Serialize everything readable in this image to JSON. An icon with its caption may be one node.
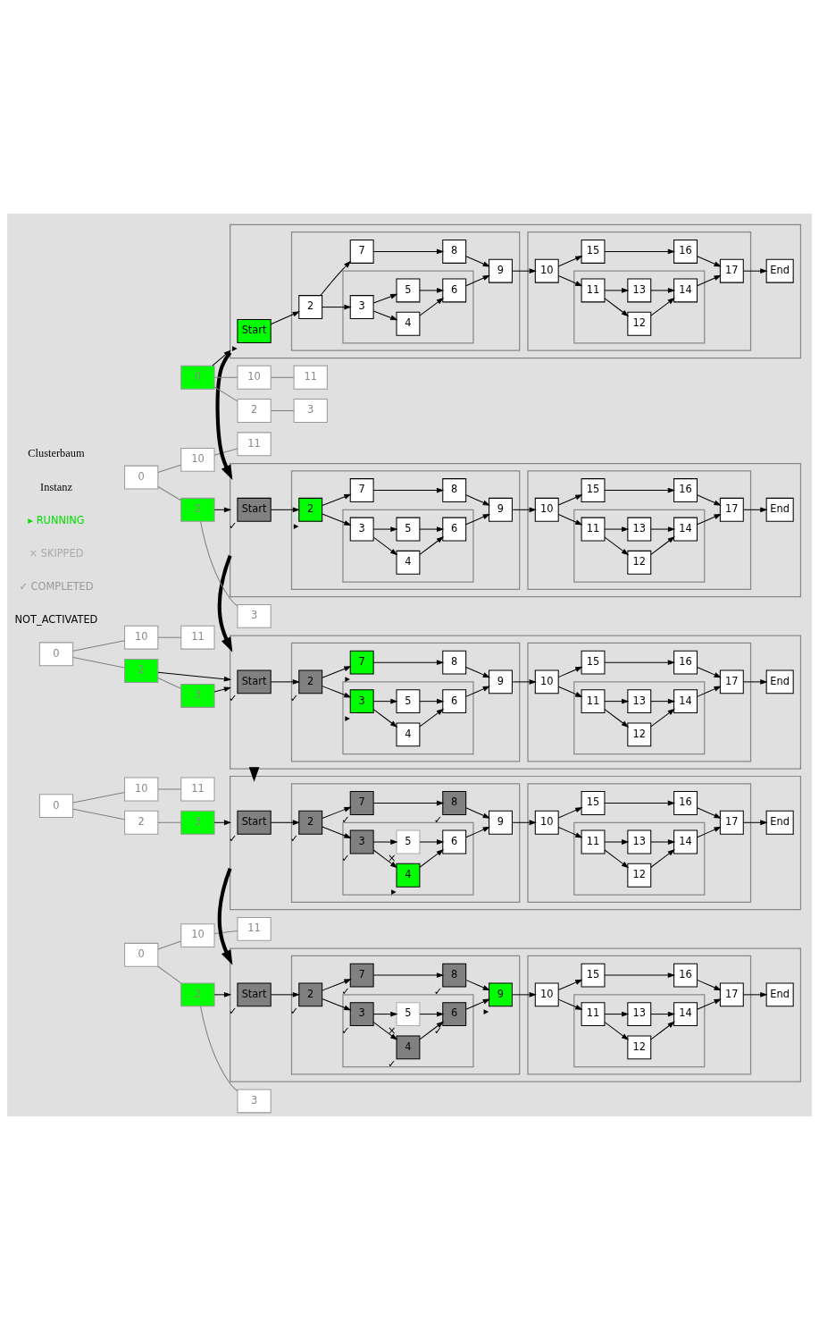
{
  "diagram": {
    "nodes": [
      {
        "text": [
          "0"
        ]
      },
      {
        "text": [
          "2"
        ]
      },
      {
        "text": [
          "10"
        ]
      },
      {
        "text": [
          "3"
        ]
      },
      {
        "text": [
          "11"
        ]
      },
      {
        "text": [],
        "shape": "box"
      },
      {
        "text": [
          "Start"
        ],
        "in": 5,
        "beside": [
          "▸"
        ]
      },
      {
        "text": [],
        "shape": "box",
        "in": 5
      },
      {
        "text": [
          "2"
        ],
        "in": 7
      },
      {
        "text": [],
        "shape": "box",
        "in": 7
      },
      {
        "text": [
          "3"
        ],
        "in": 9
      },
      {
        "text": [
          "4"
        ],
        "in": 9
      },
      {
        "text": [
          "5"
        ],
        "in": 9
      },
      {
        "text": [
          "6"
        ],
        "in": 9
      },
      {
        "text": [
          "7"
        ],
        "in": 7
      },
      {
        "text": [
          "8"
        ],
        "in": 7
      },
      {
        "text": [
          "9"
        ],
        "in": 7
      },
      {
        "text": [],
        "shape": "box",
        "in": 5
      },
      {
        "text": [
          "10"
        ],
        "in": 17
      },
      {
        "text": [],
        "shape": "box",
        "in": 17
      },
      {
        "text": [
          "11"
        ],
        "in": 19
      },
      {
        "text": [
          "12"
        ],
        "in": 19
      },
      {
        "text": [
          "13"
        ],
        "in": 19
      },
      {
        "text": [
          "14"
        ],
        "in": 19
      },
      {
        "text": [
          "15"
        ],
        "in": 17
      },
      {
        "text": [
          "16"
        ],
        "in": 17
      },
      {
        "text": [
          "17"
        ],
        "in": 17
      },
      {
        "text": [
          "End"
        ],
        "in": 5
      },
      {
        "text": [
          "0"
        ]
      },
      {
        "text": [
          "2"
        ]
      },
      {
        "text": [
          "10"
        ]
      },
      {
        "text": [
          "3"
        ]
      },
      {
        "text": [
          "11"
        ]
      },
      {
        "text": [],
        "shape": "box"
      },
      {
        "text": [
          "Start"
        ],
        "in": 33,
        "beside": [
          "✓"
        ]
      },
      {
        "text": [],
        "shape": "box",
        "in": 33
      },
      {
        "text": [
          "2"
        ],
        "in": 35,
        "beside": [
          "▸"
        ]
      },
      {
        "text": [],
        "shape": "box",
        "in": 35
      },
      {
        "text": [
          "3"
        ],
        "in": 37
      },
      {
        "text": [
          "4"
        ],
        "in": 37
      },
      {
        "text": [
          "5"
        ],
        "in": 37
      },
      {
        "text": [
          "6"
        ],
        "in": 37
      },
      {
        "text": [
          "7"
        ],
        "in": 35
      },
      {
        "text": [
          "8"
        ],
        "in": 35
      },
      {
        "text": [
          "9"
        ],
        "in": 35
      },
      {
        "text": [],
        "shape": "box",
        "in": 33
      },
      {
        "text": [
          "10"
        ],
        "in": 45
      },
      {
        "text": [],
        "shape": "box",
        "in": 45
      },
      {
        "text": [
          "11"
        ],
        "in": 47
      },
      {
        "text": [
          "12"
        ],
        "in": 47
      },
      {
        "text": [
          "13"
        ],
        "in": 47
      },
      {
        "text": [
          "14"
        ],
        "in": 47
      },
      {
        "text": [
          "15"
        ],
        "in": 45
      },
      {
        "text": [
          "16"
        ],
        "in": 45
      },
      {
        "text": [
          "17"
        ],
        "in": 45
      },
      {
        "text": [
          "End"
        ],
        "in": 33
      },
      {
        "text": [
          "0"
        ]
      },
      {
        "text": [
          "2"
        ]
      },
      {
        "text": [
          "10"
        ]
      },
      {
        "text": [
          "3"
        ]
      },
      {
        "text": [
          "11"
        ]
      },
      {
        "text": [],
        "shape": "box"
      },
      {
        "text": [
          "Start"
        ],
        "in": 61,
        "beside": [
          "✓"
        ]
      },
      {
        "text": [],
        "shape": "box",
        "in": 61
      },
      {
        "text": [
          "2"
        ],
        "in": 63,
        "beside": [
          "✓"
        ]
      },
      {
        "text": [],
        "shape": "box",
        "in": 63
      },
      {
        "text": [
          "3"
        ],
        "in": 65,
        "beside": [
          "▸"
        ]
      },
      {
        "text": [
          "4"
        ],
        "in": 65
      },
      {
        "text": [
          "5"
        ],
        "in": 65
      },
      {
        "text": [
          "6"
        ],
        "in": 65
      },
      {
        "text": [
          "7"
        ],
        "in": 63,
        "beside": [
          "▸"
        ]
      },
      {
        "text": [
          "8"
        ],
        "in": 63
      },
      {
        "text": [
          "9"
        ],
        "in": 63
      },
      {
        "text": [],
        "shape": "box",
        "in": 61
      },
      {
        "text": [
          "10"
        ],
        "in": 73
      },
      {
        "text": [],
        "shape": "box",
        "in": 73
      },
      {
        "text": [
          "11"
        ],
        "in": 75
      },
      {
        "text": [
          "12"
        ],
        "in": 75
      },
      {
        "text": [
          "13"
        ],
        "in": 75
      },
      {
        "text": [
          "14"
        ],
        "in": 75
      },
      {
        "text": [
          "15"
        ],
        "in": 73
      },
      {
        "text": [
          "16"
        ],
        "in": 73
      },
      {
        "text": [
          "17"
        ],
        "in": 73
      },
      {
        "text": [
          "End"
        ],
        "in": 61
      },
      {
        "text": [
          "0"
        ]
      },
      {
        "text": [
          "2"
        ]
      },
      {
        "text": [
          "10"
        ]
      },
      {
        "text": [
          "3"
        ]
      },
      {
        "text": [
          "11"
        ]
      },
      {
        "text": [],
        "shape": "box"
      },
      {
        "text": [
          "Start"
        ],
        "in": 89,
        "beside": [
          "✓"
        ]
      },
      {
        "text": [],
        "shape": "box",
        "in": 89
      },
      {
        "text": [
          "2"
        ],
        "in": 91,
        "beside": [
          "✓"
        ]
      },
      {
        "text": [],
        "shape": "box",
        "in": 91
      },
      {
        "text": [
          "3"
        ],
        "in": 93,
        "beside": [
          "✓"
        ]
      },
      {
        "text": [
          "4"
        ],
        "in": 93,
        "beside": [
          "▸"
        ]
      },
      {
        "text": [
          "5"
        ],
        "in": 93,
        "beside": [
          "×"
        ]
      },
      {
        "text": [
          "6"
        ],
        "in": 93
      },
      {
        "text": [
          "7"
        ],
        "in": 91,
        "beside": [
          "✓"
        ]
      },
      {
        "text": [
          "8"
        ],
        "in": 91,
        "beside": [
          "✓"
        ]
      },
      {
        "text": [
          "9"
        ],
        "in": 91
      },
      {
        "text": [],
        "shape": "box",
        "in": 89
      },
      {
        "text": [
          "10"
        ],
        "in": 101
      },
      {
        "text": [],
        "shape": "box",
        "in": 101
      },
      {
        "text": [
          "11"
        ],
        "in": 103
      },
      {
        "text": [
          "12"
        ],
        "in": 103
      },
      {
        "text": [
          "13"
        ],
        "in": 103
      },
      {
        "text": [
          "14"
        ],
        "in": 103
      },
      {
        "text": [
          "15"
        ],
        "in": 101
      },
      {
        "text": [
          "16"
        ],
        "in": 101
      },
      {
        "text": [
          "17"
        ],
        "in": 101
      },
      {
        "text": [
          "End"
        ],
        "in": 89
      },
      {
        "text": [
          "0"
        ]
      },
      {
        "text": [
          "2"
        ]
      },
      {
        "text": [
          "10"
        ]
      },
      {
        "text": [
          "3"
        ]
      },
      {
        "text": [
          "11"
        ]
      },
      {
        "text": [],
        "shape": "box"
      },
      {
        "text": [
          "Start"
        ],
        "in": 117,
        "beside": [
          "✓"
        ]
      },
      {
        "text": [],
        "shape": "box",
        "in": 117
      },
      {
        "text": [
          "2"
        ],
        "in": 119,
        "beside": [
          "✓"
        ]
      },
      {
        "text": [],
        "shape": "box",
        "in": 119
      },
      {
        "text": [
          "3"
        ],
        "in": 121,
        "beside": [
          "✓"
        ]
      },
      {
        "text": [
          "4"
        ],
        "in": 121,
        "beside": [
          "✓"
        ]
      },
      {
        "text": [
          "5"
        ],
        "in": 121,
        "beside": [
          "×"
        ]
      },
      {
        "text": [
          "6"
        ],
        "in": 121,
        "beside": [
          "✓"
        ]
      },
      {
        "text": [
          "7"
        ],
        "in": 119,
        "beside": [
          "✓"
        ]
      },
      {
        "text": [
          "8"
        ],
        "in": 119,
        "beside": [
          "✓"
        ]
      },
      {
        "text": [
          "9"
        ],
        "in": 119,
        "beside": [
          "▸"
        ]
      },
      {
        "text": [],
        "shape": "box",
        "in": 117
      },
      {
        "text": [
          "10"
        ],
        "in": 129
      },
      {
        "text": [],
        "shape": "box",
        "in": 129
      },
      {
        "text": [
          "11"
        ],
        "in": 131
      },
      {
        "text": [
          "12"
        ],
        "in": 131
      },
      {
        "text": [
          "13"
        ],
        "in": 131
      },
      {
        "text": [
          "14"
        ],
        "in": 131
      },
      {
        "text": [
          "15"
        ],
        "in": 129
      },
      {
        "text": [
          "16"
        ],
        "in": 129
      },
      {
        "text": [
          "17"
        ],
        "in": 129
      },
      {
        "text": [
          "End"
        ],
        "in": 117
      }
    ],
    "edges": [
      {
        "from": 0,
        "to": 1,
        "arrow": "none",
        "color": "#808080"
      },
      {
        "from": 0,
        "to": 2,
        "arrow": "none",
        "color": "#808080"
      },
      {
        "from": 1,
        "to": 3,
        "arrow": "none",
        "color": "#808080"
      },
      {
        "from": 2,
        "to": 4,
        "arrow": "none",
        "color": "#808080"
      },
      {
        "from": 0,
        "to": 5,
        "arrow": "to"
      },
      {
        "from": 6,
        "to": 8,
        "arrow": "to"
      },
      {
        "from": 8,
        "to": 10,
        "arrow": "to"
      },
      {
        "from": 8,
        "to": 14,
        "arrow": "to"
      },
      {
        "from": 10,
        "to": 11,
        "arrow": "to"
      },
      {
        "from": 10,
        "to": 12,
        "arrow": "to"
      },
      {
        "from": 11,
        "to": 13,
        "arrow": "to"
      },
      {
        "from": 12,
        "to": 13,
        "arrow": "to"
      },
      {
        "from": 13,
        "to": 16,
        "arrow": "to"
      },
      {
        "from": 14,
        "to": 15,
        "arrow": "to"
      },
      {
        "from": 15,
        "to": 16,
        "arrow": "to"
      },
      {
        "from": 16,
        "to": 18,
        "arrow": "to"
      },
      {
        "from": 18,
        "to": 20,
        "arrow": "to"
      },
      {
        "from": 18,
        "to": 24,
        "arrow": "to"
      },
      {
        "from": 20,
        "to": 21,
        "arrow": "to"
      },
      {
        "from": 20,
        "to": 22,
        "arrow": "to"
      },
      {
        "from": 21,
        "to": 23,
        "arrow": "to"
      },
      {
        "from": 22,
        "to": 23,
        "arrow": "to"
      },
      {
        "from": 23,
        "to": 26,
        "arrow": "to"
      },
      {
        "from": 24,
        "to": 25,
        "arrow": "to"
      },
      {
        "from": 25,
        "to": 26,
        "arrow": "to"
      },
      {
        "from": 26,
        "to": 27,
        "arrow": "to"
      },
      {
        "from": 5,
        "to": 33,
        "arrow": "to",
        "style": "thick"
      },
      {
        "from": 28,
        "to": 29,
        "arrow": "none",
        "color": "#808080"
      },
      {
        "from": 28,
        "to": 30,
        "arrow": "none",
        "color": "#808080"
      },
      {
        "from": 29,
        "to": 31,
        "arrow": "none",
        "color": "#808080"
      },
      {
        "from": 30,
        "to": 32,
        "arrow": "none",
        "color": "#808080"
      },
      {
        "from": 29,
        "to": 33,
        "arrow": "to"
      },
      {
        "from": 34,
        "to": 36,
        "arrow": "to"
      },
      {
        "from": 36,
        "to": 38,
        "arrow": "to"
      },
      {
        "from": 36,
        "to": 42,
        "arrow": "to"
      },
      {
        "from": 38,
        "to": 39,
        "arrow": "to"
      },
      {
        "from": 38,
        "to": 40,
        "arrow": "to"
      },
      {
        "from": 39,
        "to": 41,
        "arrow": "to"
      },
      {
        "from": 40,
        "to": 41,
        "arrow": "to"
      },
      {
        "from": 41,
        "to": 44,
        "arrow": "to"
      },
      {
        "from": 42,
        "to": 43,
        "arrow": "to"
      },
      {
        "from": 43,
        "to": 44,
        "arrow": "to"
      },
      {
        "from": 44,
        "to": 46,
        "arrow": "to"
      },
      {
        "from": 46,
        "to": 48,
        "arrow": "to"
      },
      {
        "from": 46,
        "to": 52,
        "arrow": "to"
      },
      {
        "from": 48,
        "to": 49,
        "arrow": "to"
      },
      {
        "from": 48,
        "to": 50,
        "arrow": "to"
      },
      {
        "from": 49,
        "to": 51,
        "arrow": "to"
      },
      {
        "from": 50,
        "to": 51,
        "arrow": "to"
      },
      {
        "from": 51,
        "to": 54,
        "arrow": "to"
      },
      {
        "from": 52,
        "to": 53,
        "arrow": "to"
      },
      {
        "from": 53,
        "to": 54,
        "arrow": "to"
      },
      {
        "from": 54,
        "to": 55,
        "arrow": "to"
      },
      {
        "from": 33,
        "to": 61,
        "arrow": "to",
        "style": "thick"
      },
      {
        "from": 56,
        "to": 57,
        "arrow": "none",
        "color": "#808080"
      },
      {
        "from": 56,
        "to": 58,
        "arrow": "none",
        "color": "#808080"
      },
      {
        "from": 57,
        "to": 59,
        "arrow": "none",
        "color": "#808080"
      },
      {
        "from": 58,
        "to": 60,
        "arrow": "none",
        "color": "#808080"
      },
      {
        "from": 57,
        "to": 61,
        "arrow": "to"
      },
      {
        "from": 59,
        "to": 61,
        "arrow": "to"
      },
      {
        "from": 62,
        "to": 64,
        "arrow": "to"
      },
      {
        "from": 64,
        "to": 66,
        "arrow": "to"
      },
      {
        "from": 64,
        "to": 70,
        "arrow": "to"
      },
      {
        "from": 66,
        "to": 67,
        "arrow": "to"
      },
      {
        "from": 66,
        "to": 68,
        "arrow": "to"
      },
      {
        "from": 67,
        "to": 69,
        "arrow": "to"
      },
      {
        "from": 68,
        "to": 69,
        "arrow": "to"
      },
      {
        "from": 69,
        "to": 72,
        "arrow": "to"
      },
      {
        "from": 70,
        "to": 71,
        "arrow": "to"
      },
      {
        "from": 71,
        "to": 72,
        "arrow": "to"
      },
      {
        "from": 72,
        "to": 74,
        "arrow": "to"
      },
      {
        "from": 74,
        "to": 76,
        "arrow": "to"
      },
      {
        "from": 74,
        "to": 80,
        "arrow": "to"
      },
      {
        "from": 76,
        "to": 77,
        "arrow": "to"
      },
      {
        "from": 76,
        "to": 78,
        "arrow": "to"
      },
      {
        "from": 77,
        "to": 79,
        "arrow": "to"
      },
      {
        "from": 78,
        "to": 79,
        "arrow": "to"
      },
      {
        "from": 79,
        "to": 82,
        "arrow": "to"
      },
      {
        "from": 80,
        "to": 81,
        "arrow": "to"
      },
      {
        "from": 81,
        "to": 82,
        "arrow": "to"
      },
      {
        "from": 82,
        "to": 83,
        "arrow": "to"
      },
      {
        "from": 61,
        "to": 89,
        "arrow": "to",
        "style": "thick"
      },
      {
        "from": 84,
        "to": 85,
        "arrow": "none",
        "color": "#808080"
      },
      {
        "from": 84,
        "to": 86,
        "arrow": "none",
        "color": "#808080"
      },
      {
        "from": 85,
        "to": 87,
        "arrow": "none",
        "color": "#808080"
      },
      {
        "from": 86,
        "to": 88,
        "arrow": "none",
        "color": "#808080"
      },
      {
        "from": 87,
        "to": 89,
        "arrow": "to"
      },
      {
        "from": 90,
        "to": 92,
        "arrow": "to"
      },
      {
        "from": 92,
        "to": 94,
        "arrow": "to"
      },
      {
        "from": 92,
        "to": 98,
        "arrow": "to"
      },
      {
        "from": 94,
        "to": 95,
        "arrow": "to"
      },
      {
        "from": 94,
        "to": 96,
        "arrow": "to"
      },
      {
        "from": 95,
        "to": 97,
        "arrow": "to"
      },
      {
        "from": 96,
        "to": 97,
        "arrow": "to"
      },
      {
        "from": 97,
        "to": 100,
        "arrow": "to"
      },
      {
        "from": 98,
        "to": 99,
        "arrow": "to"
      },
      {
        "from": 99,
        "to": 100,
        "arrow": "to"
      },
      {
        "from": 100,
        "to": 102,
        "arrow": "to"
      },
      {
        "from": 102,
        "to": 104,
        "arrow": "to"
      },
      {
        "from": 102,
        "to": 108,
        "arrow": "to"
      },
      {
        "from": 104,
        "to": 105,
        "arrow": "to"
      },
      {
        "from": 104,
        "to": 106,
        "arrow": "to"
      },
      {
        "from": 105,
        "to": 107,
        "arrow": "to"
      },
      {
        "from": 106,
        "to": 107,
        "arrow": "to"
      },
      {
        "from": 107,
        "to": 110,
        "arrow": "to"
      },
      {
        "from": 108,
        "to": 109,
        "arrow": "to"
      },
      {
        "from": 109,
        "to": 110,
        "arrow": "to"
      },
      {
        "from": 110,
        "to": 111,
        "arrow": "to"
      },
      {
        "from": 89,
        "to": 117,
        "arrow": "to",
        "style": "thick"
      },
      {
        "from": 112,
        "to": 113,
        "arrow": "none",
        "color": "#808080"
      },
      {
        "from": 112,
        "to": 114,
        "arrow": "none",
        "color": "#808080"
      },
      {
        "from": 113,
        "to": 115,
        "arrow": "none",
        "color": "#808080"
      },
      {
        "from": 114,
        "to": 116,
        "arrow": "none",
        "color": "#808080"
      },
      {
        "from": 113,
        "to": 117,
        "arrow": "to"
      },
      {
        "from": 118,
        "to": 120,
        "arrow": "to"
      },
      {
        "from": 120,
        "to": 122,
        "arrow": "to"
      },
      {
        "from": 120,
        "to": 126,
        "arrow": "to"
      },
      {
        "from": 122,
        "to": 123,
        "arrow": "to"
      },
      {
        "from": 122,
        "to": 124,
        "arrow": "to"
      },
      {
        "from": 123,
        "to": 125,
        "arrow": "to"
      },
      {
        "from": 124,
        "to": 125,
        "arrow": "to"
      },
      {
        "from": 125,
        "to": 128,
        "arrow": "to"
      },
      {
        "from": 126,
        "to": 127,
        "arrow": "to"
      },
      {
        "from": 127,
        "to": 128,
        "arrow": "to"
      },
      {
        "from": 128,
        "to": 130,
        "arrow": "to"
      },
      {
        "from": 130,
        "to": 132,
        "arrow": "to"
      },
      {
        "from": 130,
        "to": 136,
        "arrow": "to"
      },
      {
        "from": 132,
        "to": 133,
        "arrow": "to"
      },
      {
        "from": 132,
        "to": 134,
        "arrow": "to"
      },
      {
        "from": 133,
        "to": 135,
        "arrow": "to"
      },
      {
        "from": 134,
        "to": 135,
        "arrow": "to"
      },
      {
        "from": 135,
        "to": 138,
        "arrow": "to"
      },
      {
        "from": 136,
        "to": 137,
        "arrow": "to"
      },
      {
        "from": 137,
        "to": 138,
        "arrow": "to"
      },
      {
        "from": 138,
        "to": 139,
        "arrow": "to"
      }
    ],
    "labels": [
      "Clusterbaum",
      "Instanz"
    ],
    "legend": [
      {
        "text": "▸ RUNNING"
      },
      {
        "text": "× SKIPPED"
      },
      {
        "text": "✓ COMPLETED"
      },
      {
        "text": "NOT_ACTIVATED"
      }
    ]
  }
}
